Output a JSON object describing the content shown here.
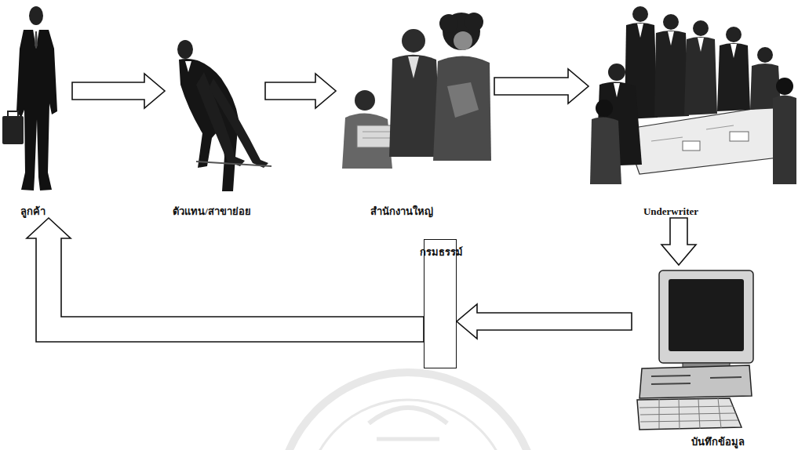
{
  "diagram": {
    "nodes": [
      {
        "text": [
          "ลูกค้า"
        ]
      },
      {
        "text": [
          "ตัวแทน/สาขาย่อย"
        ]
      },
      {
        "text": [
          "สำนักงานใหญ่"
        ]
      },
      {
        "text": [
          "Underwriter"
        ]
      },
      {
        "text": [
          "บันทึกข้อมูล"
        ]
      },
      {
        "text": [
          "กรมธรรม์"
        ]
      }
    ],
    "edges": [
      {
        "from": 0,
        "to": 1,
        "arrow": "to"
      },
      {
        "from": 1,
        "to": 2,
        "arrow": "to"
      },
      {
        "from": 2,
        "to": 3,
        "arrow": "to"
      },
      {
        "from": 3,
        "to": 4,
        "arrow": "to"
      },
      {
        "from": 4,
        "to": 5,
        "arrow": "to"
      },
      {
        "from": 5,
        "to": 0,
        "arrow": "to"
      }
    ]
  }
}
